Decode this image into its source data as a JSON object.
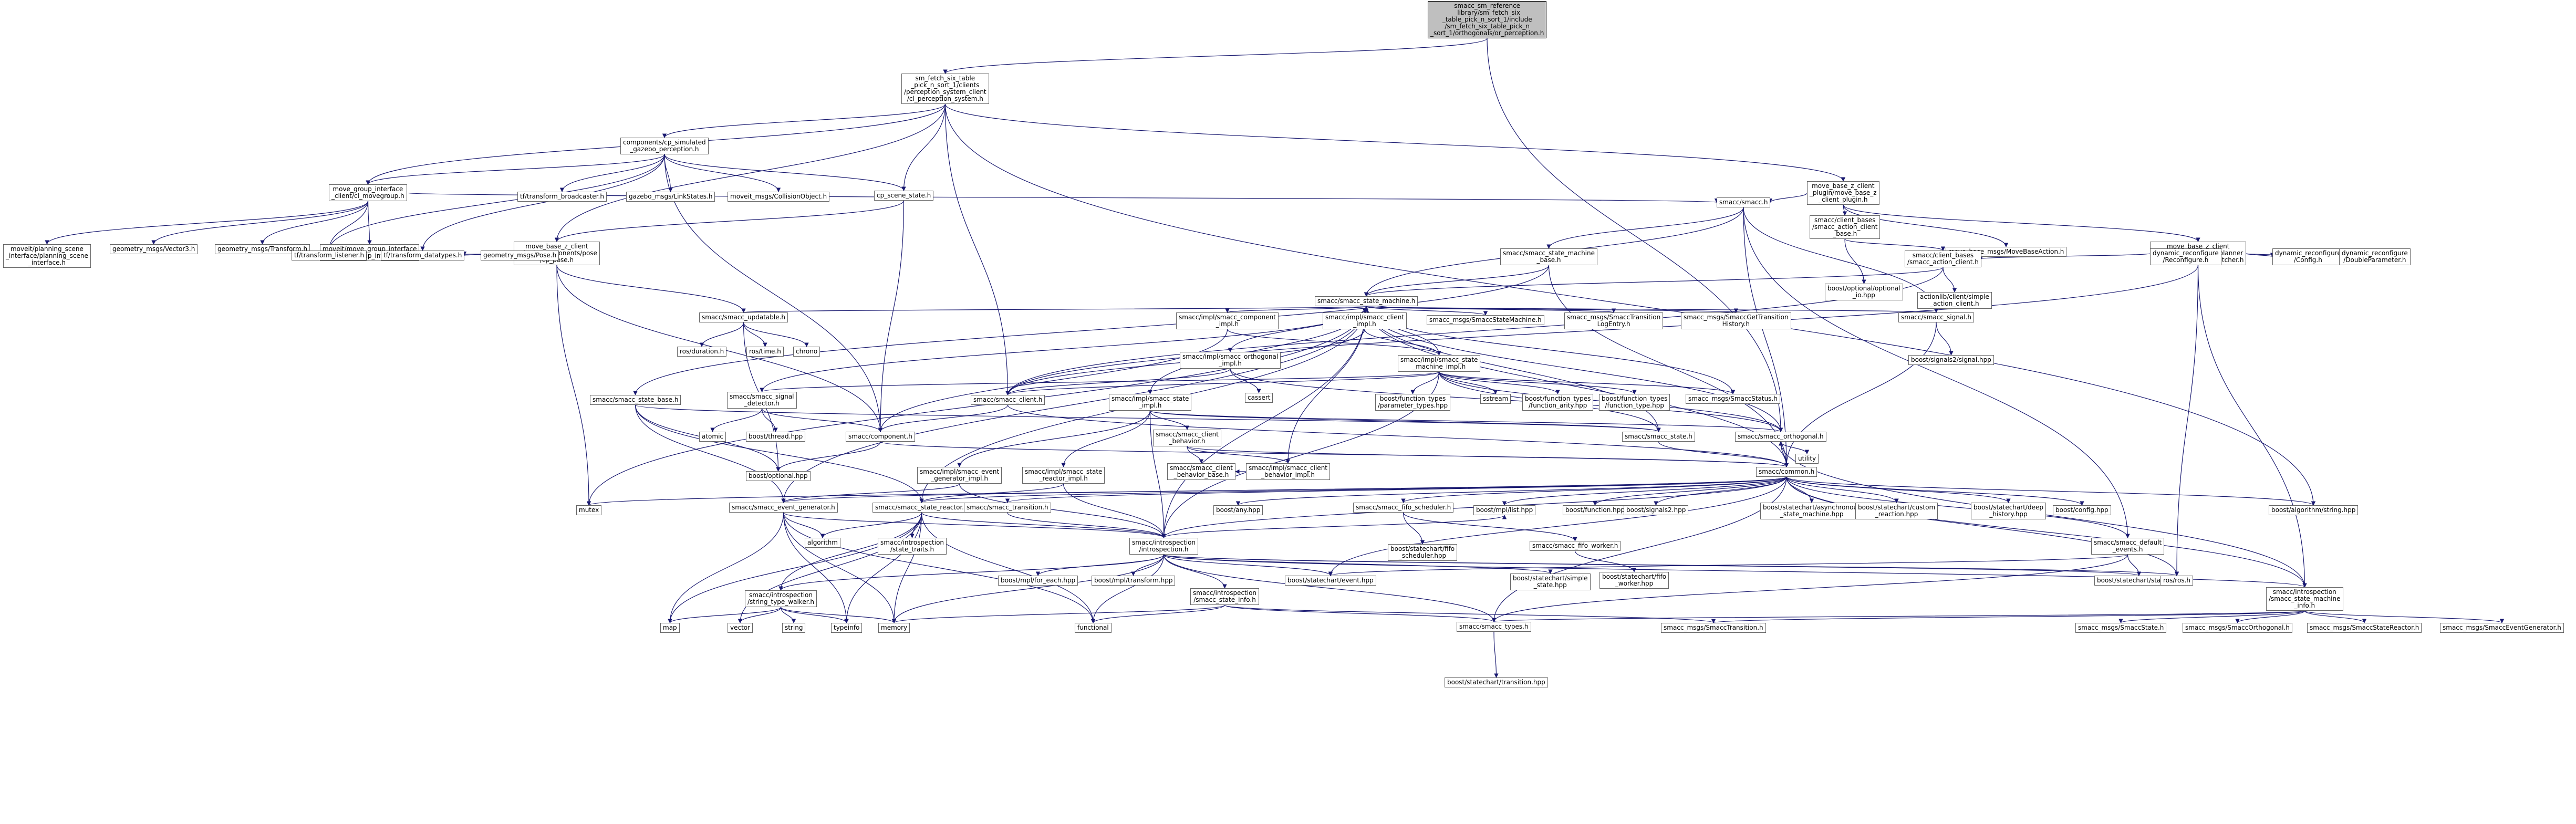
{
  "colors": {
    "edge": "#191970",
    "node_border": "#666666",
    "root_fill": "#bfbfbf",
    "node_fill": "#ffffff"
  },
  "nodes": [
    {
      "id": "root",
      "label": "smacc_sm_reference\n_library/sm_fetch_six\n_table_pick_n_sort_1/include\n/sm_fetch_six_table_pick_n\n_sort_1/orthogonals/or_perception.h"
    },
    {
      "id": "percsys",
      "label": "sm_fetch_six_table\n_pick_n_sort_1/clients\n/perception_system_client\n/cl_perception_system.h"
    },
    {
      "id": "cpsim",
      "label": "components/cp_simulated\n_gazebo_perception.h"
    },
    {
      "id": "mgi",
      "label": "move_group_interface\n_client/cl_movegroup.h"
    },
    {
      "id": "cpscene",
      "label": "cp_scene_state.h"
    },
    {
      "id": "mbclient",
      "label": "move_base_z_client\n_plugin/move_base_z\n_client_plugin.h"
    },
    {
      "id": "cppose",
      "label": "move_base_z_client\n_plugin/components/pose\n/cp_pose.h"
    },
    {
      "id": "smacch",
      "label": "smacc/smacc.h"
    },
    {
      "id": "cbactionbase",
      "label": "smacc/client_bases\n/smacc_action_client\n_base.h"
    },
    {
      "id": "mbabmsg",
      "label": "move_base_msgs/MoveBaseAction.h"
    },
    {
      "id": "plannersw",
      "label": "move_base_z_client\n_plugin/components/planner\n_switcher/planner_switcher.h"
    },
    {
      "id": "smbase",
      "label": "smacc/smacc_state_machine\n_base.h"
    },
    {
      "id": "cbaction",
      "label": "smacc/client_bases\n/smacc_action_client.h"
    },
    {
      "id": "optionalh",
      "label": "boost/optional/optional\n_io.hpp"
    },
    {
      "id": "actionlib",
      "label": "actionlib/client/simple\n_action_client.h"
    },
    {
      "id": "dynreconf",
      "label": "dynamic_reconfigure\n/Reconfigure.h"
    },
    {
      "id": "dynconfig",
      "label": "dynamic_reconfigure\n/Config.h"
    },
    {
      "id": "dyndouble",
      "label": "dynamic_reconfigure\n/DoubleParameter.h"
    },
    {
      "id": "planning",
      "label": "moveit/planning_scene\n_interface/planning_scene\n_interface.h"
    },
    {
      "id": "vec3",
      "label": "geometry_msgs/Vector3.h"
    },
    {
      "id": "gtransform",
      "label": "geometry_msgs/Transform.h"
    },
    {
      "id": "mgiface",
      "label": "moveit/move_group_interface\n/move_group_interface.h"
    },
    {
      "id": "tfbroad",
      "label": "tf/transform_broadcaster.h"
    },
    {
      "id": "gzlink",
      "label": "gazebo_msgs/LinkStates.h"
    },
    {
      "id": "moveitcol",
      "label": "moveit_msgs/CollisionObject.h"
    },
    {
      "id": "tflistener",
      "label": "tf/transform_listener.h"
    },
    {
      "id": "tfdatatypes",
      "label": "tf/transform_datatypes.h"
    },
    {
      "id": "gpose",
      "label": "geometry_msgs/Pose.h"
    },
    {
      "id": "smach",
      "label": "smacc/smacc_state_machine.h"
    },
    {
      "id": "updatable",
      "label": "smacc/smacc_updatable.h"
    },
    {
      "id": "comp_impl",
      "label": "smacc/impl/smacc_component\n_impl.h"
    },
    {
      "id": "client_impl",
      "label": "smacc/impl/smacc_client\n_impl.h"
    },
    {
      "id": "smmsg",
      "label": "smacc_msgs/SmaccStateMachine.h"
    },
    {
      "id": "transmsg",
      "label": "smacc_msgs/SmaccTransition\nLogEntry.h"
    },
    {
      "id": "transhist",
      "label": "smacc_msgs/SmaccGetTransition\nHistory.h"
    },
    {
      "id": "signal",
      "label": "smacc/smacc_signal.h"
    },
    {
      "id": "rosduration",
      "label": "ros/duration.h"
    },
    {
      "id": "rostime",
      "label": "ros/time.h"
    },
    {
      "id": "chrono",
      "label": "chrono"
    },
    {
      "id": "orth_impl",
      "label": "smacc/impl/smacc_orthogonal\n_impl.h"
    },
    {
      "id": "smimpl",
      "label": "smacc/impl/smacc_state\n_machine_impl.h"
    },
    {
      "id": "signal2",
      "label": "boost/signals2/signal.hpp"
    },
    {
      "id": "statebase",
      "label": "smacc/smacc_state_base.h"
    },
    {
      "id": "sigdet",
      "label": "smacc/smacc_signal\n_detector.h"
    },
    {
      "id": "clienth",
      "label": "smacc/smacc_client.h"
    },
    {
      "id": "stateimpl",
      "label": "smacc/impl/smacc_state\n_impl.h"
    },
    {
      "id": "cassert",
      "label": "cassert"
    },
    {
      "id": "ftparam",
      "label": "boost/function_types\n/parameter_types.hpp"
    },
    {
      "id": "sstream",
      "label": "sstream"
    },
    {
      "id": "ftarity",
      "label": "boost/function_types\n/function_arity.hpp"
    },
    {
      "id": "fttype",
      "label": "boost/function_types\n/function_type.hpp"
    },
    {
      "id": "statusmsg",
      "label": "smacc_msgs/SmaccStatus.h"
    },
    {
      "id": "atomic",
      "label": "atomic"
    },
    {
      "id": "thread",
      "label": "boost/thread.hpp"
    },
    {
      "id": "componenth",
      "label": "smacc/component.h"
    },
    {
      "id": "cbehavior",
      "label": "smacc/smacc_client\n_behavior.h"
    },
    {
      "id": "stateh",
      "label": "smacc/smacc_state.h"
    },
    {
      "id": "orthogonalh",
      "label": "smacc/smacc_orthogonal.h"
    },
    {
      "id": "utility",
      "label": "utility"
    },
    {
      "id": "optional",
      "label": "boost/optional.hpp"
    },
    {
      "id": "cbbase",
      "label": "smacc/smacc_client\n_behavior_base.h"
    },
    {
      "id": "cbimpl",
      "label": "smacc/impl/smacc_client\n_behavior_impl.h"
    },
    {
      "id": "evgenimpl",
      "label": "smacc/impl/smacc_event\n_generator_impl.h"
    },
    {
      "id": "srimpl",
      "label": "smacc/impl/smacc_state\n_reactor_impl.h"
    },
    {
      "id": "common",
      "label": "smacc/common.h"
    },
    {
      "id": "mutex",
      "label": "mutex"
    },
    {
      "id": "evgen",
      "label": "smacc/smacc_event_generator.h"
    },
    {
      "id": "statereactor",
      "label": "smacc/smacc_state_reactor.h"
    },
    {
      "id": "transitionh",
      "label": "smacc/smacc_transition.h"
    },
    {
      "id": "anyhpp",
      "label": "boost/any.hpp"
    },
    {
      "id": "fifosched",
      "label": "smacc/smacc_fifo_scheduler.h"
    },
    {
      "id": "mplhpp",
      "label": "boost/mpl/list.hpp"
    },
    {
      "id": "functionhpp",
      "label": "boost/function.hpp"
    },
    {
      "id": "signals2hpp",
      "label": "boost/signals2.hpp"
    },
    {
      "id": "asyncsm",
      "label": "boost/statechart/asynchronous\n_state_machine.hpp"
    },
    {
      "id": "customreact",
      "label": "boost/statechart/custom\n_reaction.hpp"
    },
    {
      "id": "deephist",
      "label": "boost/statechart/deep\n_history.hpp"
    },
    {
      "id": "config",
      "label": "boost/config.hpp"
    },
    {
      "id": "algostring",
      "label": "boost/algorithm/string.hpp"
    },
    {
      "id": "algorithm",
      "label": "algorithm"
    },
    {
      "id": "statetraits",
      "label": "smacc/introspection\n/state_traits.h"
    },
    {
      "id": "introspection",
      "label": "smacc/introspection\n/introspection.h"
    },
    {
      "id": "scfifo",
      "label": "boost/statechart/fifo\n_scheduler.hpp"
    },
    {
      "id": "fifoworker",
      "label": "smacc/smacc_fifo_worker.h"
    },
    {
      "id": "scfifow",
      "label": "boost/statechart/fifo\n_worker.hpp"
    },
    {
      "id": "defevents",
      "label": "smacc/smacc_default\n_events.h"
    },
    {
      "id": "foreach",
      "label": "boost/mpl/for_each.hpp"
    },
    {
      "id": "transform",
      "label": "boost/mpl/transform.hpp"
    },
    {
      "id": "scevent",
      "label": "boost/statechart/event.hpp"
    },
    {
      "id": "scsimple",
      "label": "boost/statechart/simple\n_state.hpp"
    },
    {
      "id": "scstate",
      "label": "boost/statechart/state.hpp"
    },
    {
      "id": "rosh",
      "label": "ros/ros.h"
    },
    {
      "id": "typewalker",
      "label": "smacc/introspection\n/string_type_walker.h"
    },
    {
      "id": "stateinfo",
      "label": "smacc/introspection\n/smacc_state_info.h"
    },
    {
      "id": "smconfig",
      "label": "smacc/introspection\n/smacc_state_machine\n_info.h"
    },
    {
      "id": "map",
      "label": "map"
    },
    {
      "id": "vector",
      "label": "vector"
    },
    {
      "id": "string",
      "label": "string"
    },
    {
      "id": "typeinfo",
      "label": "typeinfo"
    },
    {
      "id": "memory",
      "label": "memory"
    },
    {
      "id": "functional",
      "label": "functional"
    },
    {
      "id": "smacctypes",
      "label": "smacc/smacc_types.h"
    },
    {
      "id": "transmsg2",
      "label": "smacc_msgs/SmaccTransition.h"
    },
    {
      "id": "statemsg",
      "label": "smacc_msgs/SmaccState.h"
    },
    {
      "id": "orthmsg",
      "label": "smacc_msgs/SmaccOrthogonal.h"
    },
    {
      "id": "srmsg",
      "label": "smacc_msgs/SmaccStateReactor.h"
    },
    {
      "id": "evgenmsg",
      "label": "smacc_msgs/SmaccEventGenerator.h"
    },
    {
      "id": "sctransition",
      "label": "boost/statechart/transition.hpp"
    }
  ],
  "edges": [
    [
      "root",
      "percsys"
    ],
    [
      "root",
      "orthogonalh"
    ],
    [
      "percsys",
      "cpsim"
    ],
    [
      "percsys",
      "mgi"
    ],
    [
      "percsys",
      "cpscene"
    ],
    [
      "percsys",
      "mbclient"
    ],
    [
      "percsys",
      "clienth"
    ],
    [
      "percsys",
      "algostring"
    ],
    [
      "percsys",
      "cppose"
    ],
    [
      "cpsim",
      "tfbroad"
    ],
    [
      "cpsim",
      "gzlink"
    ],
    [
      "cpsim",
      "moveitcol"
    ],
    [
      "cpsim",
      "componenth"
    ],
    [
      "cpsim",
      "cpscene"
    ],
    [
      "cpsim",
      "mgi"
    ],
    [
      "cpsim",
      "tflistener"
    ],
    [
      "cpsim",
      "tfdatatypes"
    ],
    [
      "mgi",
      "planning"
    ],
    [
      "mgi",
      "vec3"
    ],
    [
      "mgi",
      "gtransform"
    ],
    [
      "mgi",
      "mgiface"
    ],
    [
      "mgi",
      "smacch"
    ],
    [
      "mgi",
      "tflistener"
    ],
    [
      "cpscene",
      "cppose"
    ],
    [
      "cpscene",
      "componenth"
    ],
    [
      "cppose",
      "tflistener"
    ],
    [
      "cppose",
      "tfdatatypes"
    ],
    [
      "cppose",
      "gpose"
    ],
    [
      "cppose",
      "updatable"
    ],
    [
      "cppose",
      "componenth"
    ],
    [
      "cppose",
      "mutex"
    ],
    [
      "mbclient",
      "smacch"
    ],
    [
      "mbclient",
      "cbactionbase"
    ],
    [
      "mbclient",
      "mbabmsg"
    ],
    [
      "mbclient",
      "plannersw"
    ],
    [
      "plannersw",
      "cbaction"
    ],
    [
      "plannersw",
      "dynreconf"
    ],
    [
      "plannersw",
      "dynconfig"
    ],
    [
      "plannersw",
      "dyndouble"
    ],
    [
      "plannersw",
      "rosh"
    ],
    [
      "plannersw",
      "smconfig"
    ],
    [
      "plannersw",
      "clienth"
    ],
    [
      "smacch",
      "smbase"
    ],
    [
      "smacch",
      "common"
    ],
    [
      "smacch",
      "defevents"
    ],
    [
      "smacch",
      "smach"
    ],
    [
      "smacch",
      "signal"
    ],
    [
      "cbactionbase",
      "optionalh"
    ],
    [
      "cbactionbase",
      "cbaction"
    ],
    [
      "cbaction",
      "actionlib"
    ],
    [
      "cbaction",
      "smach"
    ],
    [
      "cbaction",
      "clienth"
    ],
    [
      "smbase",
      "smach"
    ],
    [
      "smbase",
      "statebase"
    ],
    [
      "smbase",
      "common"
    ],
    [
      "smach",
      "updatable"
    ],
    [
      "smach",
      "comp_impl"
    ],
    [
      "smach",
      "client_impl"
    ],
    [
      "smach",
      "smmsg"
    ],
    [
      "smach",
      "transmsg"
    ],
    [
      "smach",
      "transhist"
    ],
    [
      "smach",
      "signal"
    ],
    [
      "smach",
      "orth_impl"
    ],
    [
      "smach",
      "smimpl"
    ],
    [
      "smach",
      "stateimpl"
    ],
    [
      "smach",
      "sigdet"
    ],
    [
      "smach",
      "statusmsg"
    ],
    [
      "smach",
      "stateh"
    ],
    [
      "smach",
      "orthogonalh"
    ],
    [
      "smach",
      "common"
    ],
    [
      "smach",
      "mutex"
    ],
    [
      "smach",
      "introspection"
    ],
    [
      "smach",
      "statereactor"
    ],
    [
      "smach",
      "evgen"
    ],
    [
      "updatable",
      "rosduration"
    ],
    [
      "updatable",
      "rostime"
    ],
    [
      "updatable",
      "chrono"
    ],
    [
      "updatable",
      "optional"
    ],
    [
      "comp_impl",
      "componenth"
    ],
    [
      "comp_impl",
      "smimpl"
    ],
    [
      "client_impl",
      "clienth"
    ],
    [
      "client_impl",
      "smimpl"
    ],
    [
      "orth_impl",
      "clienth"
    ],
    [
      "orth_impl",
      "cassert"
    ],
    [
      "orth_impl",
      "orthogonalh"
    ],
    [
      "signal",
      "signal2"
    ],
    [
      "signal",
      "common"
    ],
    [
      "smimpl",
      "clienth"
    ],
    [
      "smimpl",
      "ftparam"
    ],
    [
      "smimpl",
      "sstream"
    ],
    [
      "smimpl",
      "ftarity"
    ],
    [
      "smimpl",
      "fttype"
    ],
    [
      "smimpl",
      "statusmsg"
    ],
    [
      "smimpl",
      "orthogonalh"
    ],
    [
      "smimpl",
      "stateh"
    ],
    [
      "smimpl",
      "sigdet"
    ],
    [
      "smimpl",
      "introspection"
    ],
    [
      "statebase",
      "stateh"
    ],
    [
      "statebase",
      "statereactor"
    ],
    [
      "statebase",
      "evgen"
    ],
    [
      "statebase",
      "optional"
    ],
    [
      "sigdet",
      "atomic"
    ],
    [
      "sigdet",
      "thread"
    ],
    [
      "sigdet",
      "componenth"
    ],
    [
      "clienth",
      "componenth"
    ],
    [
      "clienth",
      "common"
    ],
    [
      "stateimpl",
      "cbehavior"
    ],
    [
      "stateimpl",
      "orthogonalh"
    ],
    [
      "stateimpl",
      "stateh"
    ],
    [
      "stateimpl",
      "evgenimpl"
    ],
    [
      "stateimpl",
      "srimpl"
    ],
    [
      "stateimpl",
      "introspection"
    ],
    [
      "cbehavior",
      "cbbase"
    ],
    [
      "cbehavior",
      "cbimpl"
    ],
    [
      "cbehavior",
      "common"
    ],
    [
      "cbimpl",
      "cbbase"
    ],
    [
      "cbimpl",
      "smach"
    ],
    [
      "componenth",
      "common"
    ],
    [
      "componenth",
      "optional"
    ],
    [
      "stateh",
      "common"
    ],
    [
      "orthogonalh",
      "utility"
    ],
    [
      "orthogonalh",
      "common"
    ],
    [
      "evgenimpl",
      "evgen"
    ],
    [
      "evgenimpl",
      "introspection"
    ],
    [
      "srimpl",
      "statereactor"
    ],
    [
      "srimpl",
      "introspection"
    ],
    [
      "common",
      "mutex"
    ],
    [
      "common",
      "evgen"
    ],
    [
      "common",
      "statereactor"
    ],
    [
      "common",
      "transitionh"
    ],
    [
      "common",
      "anyhpp"
    ],
    [
      "common",
      "fifosched"
    ],
    [
      "common",
      "mplhpp"
    ],
    [
      "common",
      "functionhpp"
    ],
    [
      "common",
      "signals2hpp"
    ],
    [
      "common",
      "asyncsm"
    ],
    [
      "common",
      "customreact"
    ],
    [
      "common",
      "deephist"
    ],
    [
      "common",
      "config"
    ],
    [
      "common",
      "algostring"
    ],
    [
      "common",
      "defevents"
    ],
    [
      "common",
      "rosh"
    ],
    [
      "common",
      "introspection"
    ],
    [
      "common",
      "smacctypes"
    ],
    [
      "common",
      "smconfig"
    ],
    [
      "common",
      "scevent"
    ],
    [
      "evgen",
      "algorithm"
    ],
    [
      "evgen",
      "introspection"
    ],
    [
      "evgen",
      "map"
    ],
    [
      "evgen",
      "memory"
    ],
    [
      "evgen",
      "typeinfo"
    ],
    [
      "evgen",
      "functional"
    ],
    [
      "statereactor",
      "statetraits"
    ],
    [
      "statereactor",
      "introspection"
    ],
    [
      "statereactor",
      "algorithm"
    ],
    [
      "statereactor",
      "typewalker"
    ],
    [
      "statereactor",
      "map"
    ],
    [
      "statereactor",
      "memory"
    ],
    [
      "statereactor",
      "typeinfo"
    ],
    [
      "statereactor",
      "functional"
    ],
    [
      "statereactor",
      "vector"
    ],
    [
      "transitionh",
      "introspection"
    ],
    [
      "fifosched",
      "scfifo"
    ],
    [
      "fifosched",
      "fifoworker"
    ],
    [
      "fifoworker",
      "scfifow"
    ],
    [
      "introspection",
      "foreach"
    ],
    [
      "introspection",
      "transform"
    ],
    [
      "introspection",
      "scevent"
    ],
    [
      "introspection",
      "scsimple"
    ],
    [
      "introspection",
      "scstate"
    ],
    [
      "introspection",
      "rosh"
    ],
    [
      "introspection",
      "typewalker"
    ],
    [
      "introspection",
      "stateinfo"
    ],
    [
      "introspection",
      "smconfig"
    ],
    [
      "introspection",
      "smacctypes"
    ],
    [
      "introspection",
      "memory"
    ],
    [
      "introspection",
      "functional"
    ],
    [
      "introspection",
      "mplhpp"
    ],
    [
      "typewalker",
      "map"
    ],
    [
      "typewalker",
      "vector"
    ],
    [
      "typewalker",
      "string"
    ],
    [
      "typewalker",
      "typeinfo"
    ],
    [
      "typewalker",
      "memory"
    ],
    [
      "stateinfo",
      "memory"
    ],
    [
      "stateinfo",
      "functional"
    ],
    [
      "stateinfo",
      "smacctypes"
    ],
    [
      "stateinfo",
      "transmsg2"
    ],
    [
      "smconfig",
      "statemsg"
    ],
    [
      "smconfig",
      "orthmsg"
    ],
    [
      "smconfig",
      "srmsg"
    ],
    [
      "smconfig",
      "evgenmsg"
    ],
    [
      "smconfig",
      "transmsg2"
    ],
    [
      "smconfig",
      "smacctypes"
    ],
    [
      "smconfig",
      "orthogonalh"
    ],
    [
      "defevents",
      "scevent"
    ],
    [
      "defevents",
      "scstate"
    ],
    [
      "defevents",
      "smacctypes"
    ],
    [
      "smacctypes",
      "sctransition"
    ]
  ]
}
